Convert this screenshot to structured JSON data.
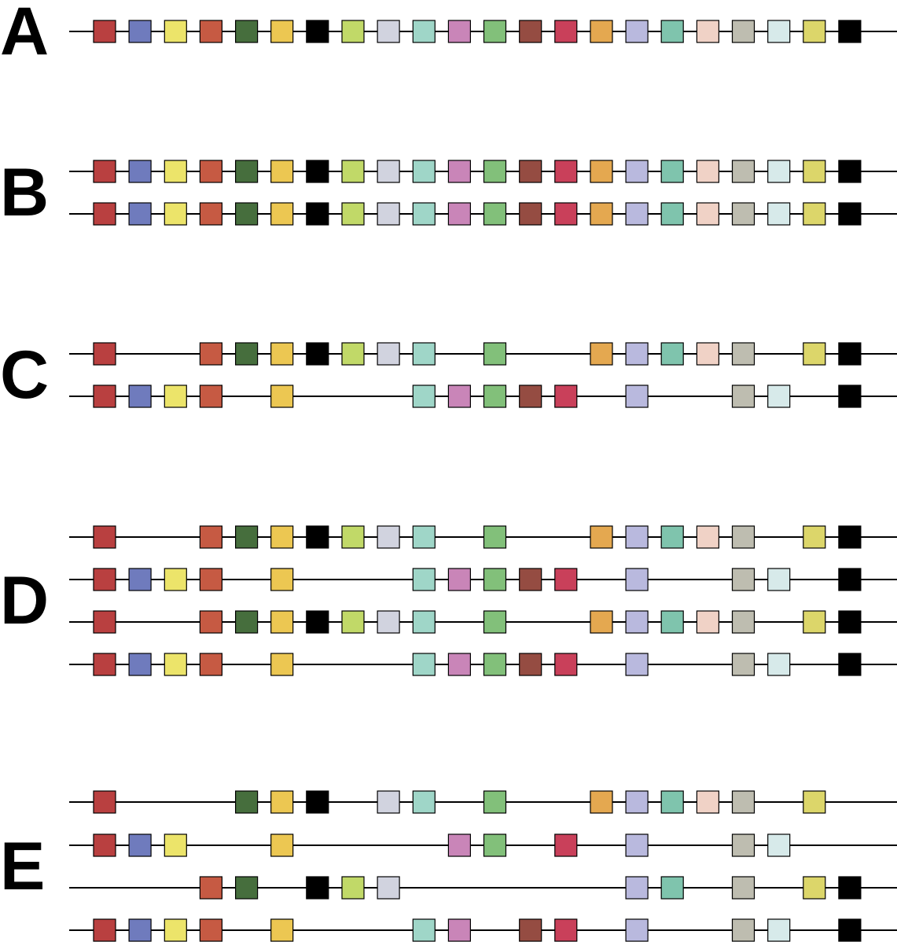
{
  "palette": [
    "#b94040",
    "#6f7bbd",
    "#ece46a",
    "#c65a43",
    "#466e3d",
    "#ecc752",
    "#000000",
    "#c1d968",
    "#d1d3df",
    "#9fd6c8",
    "#c985b8",
    "#82c07a",
    "#954c42",
    "#c9405a",
    "#e4a850",
    "#b9b9de",
    "#7fc4ad",
    "#f0d2c6",
    "#bebdb0",
    "#d7eaea",
    "#dcd66a",
    "#000000"
  ],
  "panels": [
    {
      "label": "A",
      "rows": [
        [
          0,
          1,
          2,
          3,
          4,
          5,
          6,
          7,
          8,
          9,
          10,
          11,
          12,
          13,
          14,
          15,
          16,
          17,
          18,
          19,
          20,
          21
        ]
      ]
    },
    {
      "label": "B",
      "rows": [
        [
          0,
          1,
          2,
          3,
          4,
          5,
          6,
          7,
          8,
          9,
          10,
          11,
          12,
          13,
          14,
          15,
          16,
          17,
          18,
          19,
          20,
          21
        ],
        [
          0,
          1,
          2,
          3,
          4,
          5,
          6,
          7,
          8,
          9,
          10,
          11,
          12,
          13,
          14,
          15,
          16,
          17,
          18,
          19,
          20,
          21
        ]
      ]
    },
    {
      "label": "C",
      "rows": [
        [
          0,
          3,
          4,
          5,
          6,
          7,
          8,
          9,
          11,
          14,
          15,
          16,
          17,
          18,
          20,
          21
        ],
        [
          0,
          1,
          2,
          3,
          5,
          9,
          10,
          11,
          12,
          13,
          15,
          18,
          19,
          21
        ]
      ]
    },
    {
      "label": "D",
      "rows": [
        [
          0,
          3,
          4,
          5,
          6,
          7,
          8,
          9,
          11,
          14,
          15,
          16,
          17,
          18,
          20,
          21
        ],
        [
          0,
          1,
          2,
          3,
          5,
          9,
          10,
          11,
          12,
          13,
          15,
          18,
          19,
          21
        ],
        [
          0,
          3,
          4,
          5,
          6,
          7,
          8,
          9,
          11,
          14,
          15,
          16,
          17,
          18,
          20,
          21
        ],
        [
          0,
          1,
          2,
          3,
          5,
          9,
          10,
          11,
          12,
          13,
          15,
          18,
          19,
          21
        ]
      ]
    },
    {
      "label": "E",
      "rows": [
        [
          0,
          4,
          5,
          6,
          8,
          9,
          11,
          14,
          15,
          16,
          17,
          18,
          20
        ],
        [
          0,
          1,
          2,
          5,
          10,
          11,
          13,
          15,
          18,
          19
        ],
        [
          3,
          4,
          6,
          7,
          8,
          15,
          16,
          18,
          20,
          21
        ],
        [
          0,
          1,
          2,
          3,
          5,
          9,
          10,
          12,
          13,
          15,
          18,
          19,
          21
        ]
      ]
    }
  ]
}
